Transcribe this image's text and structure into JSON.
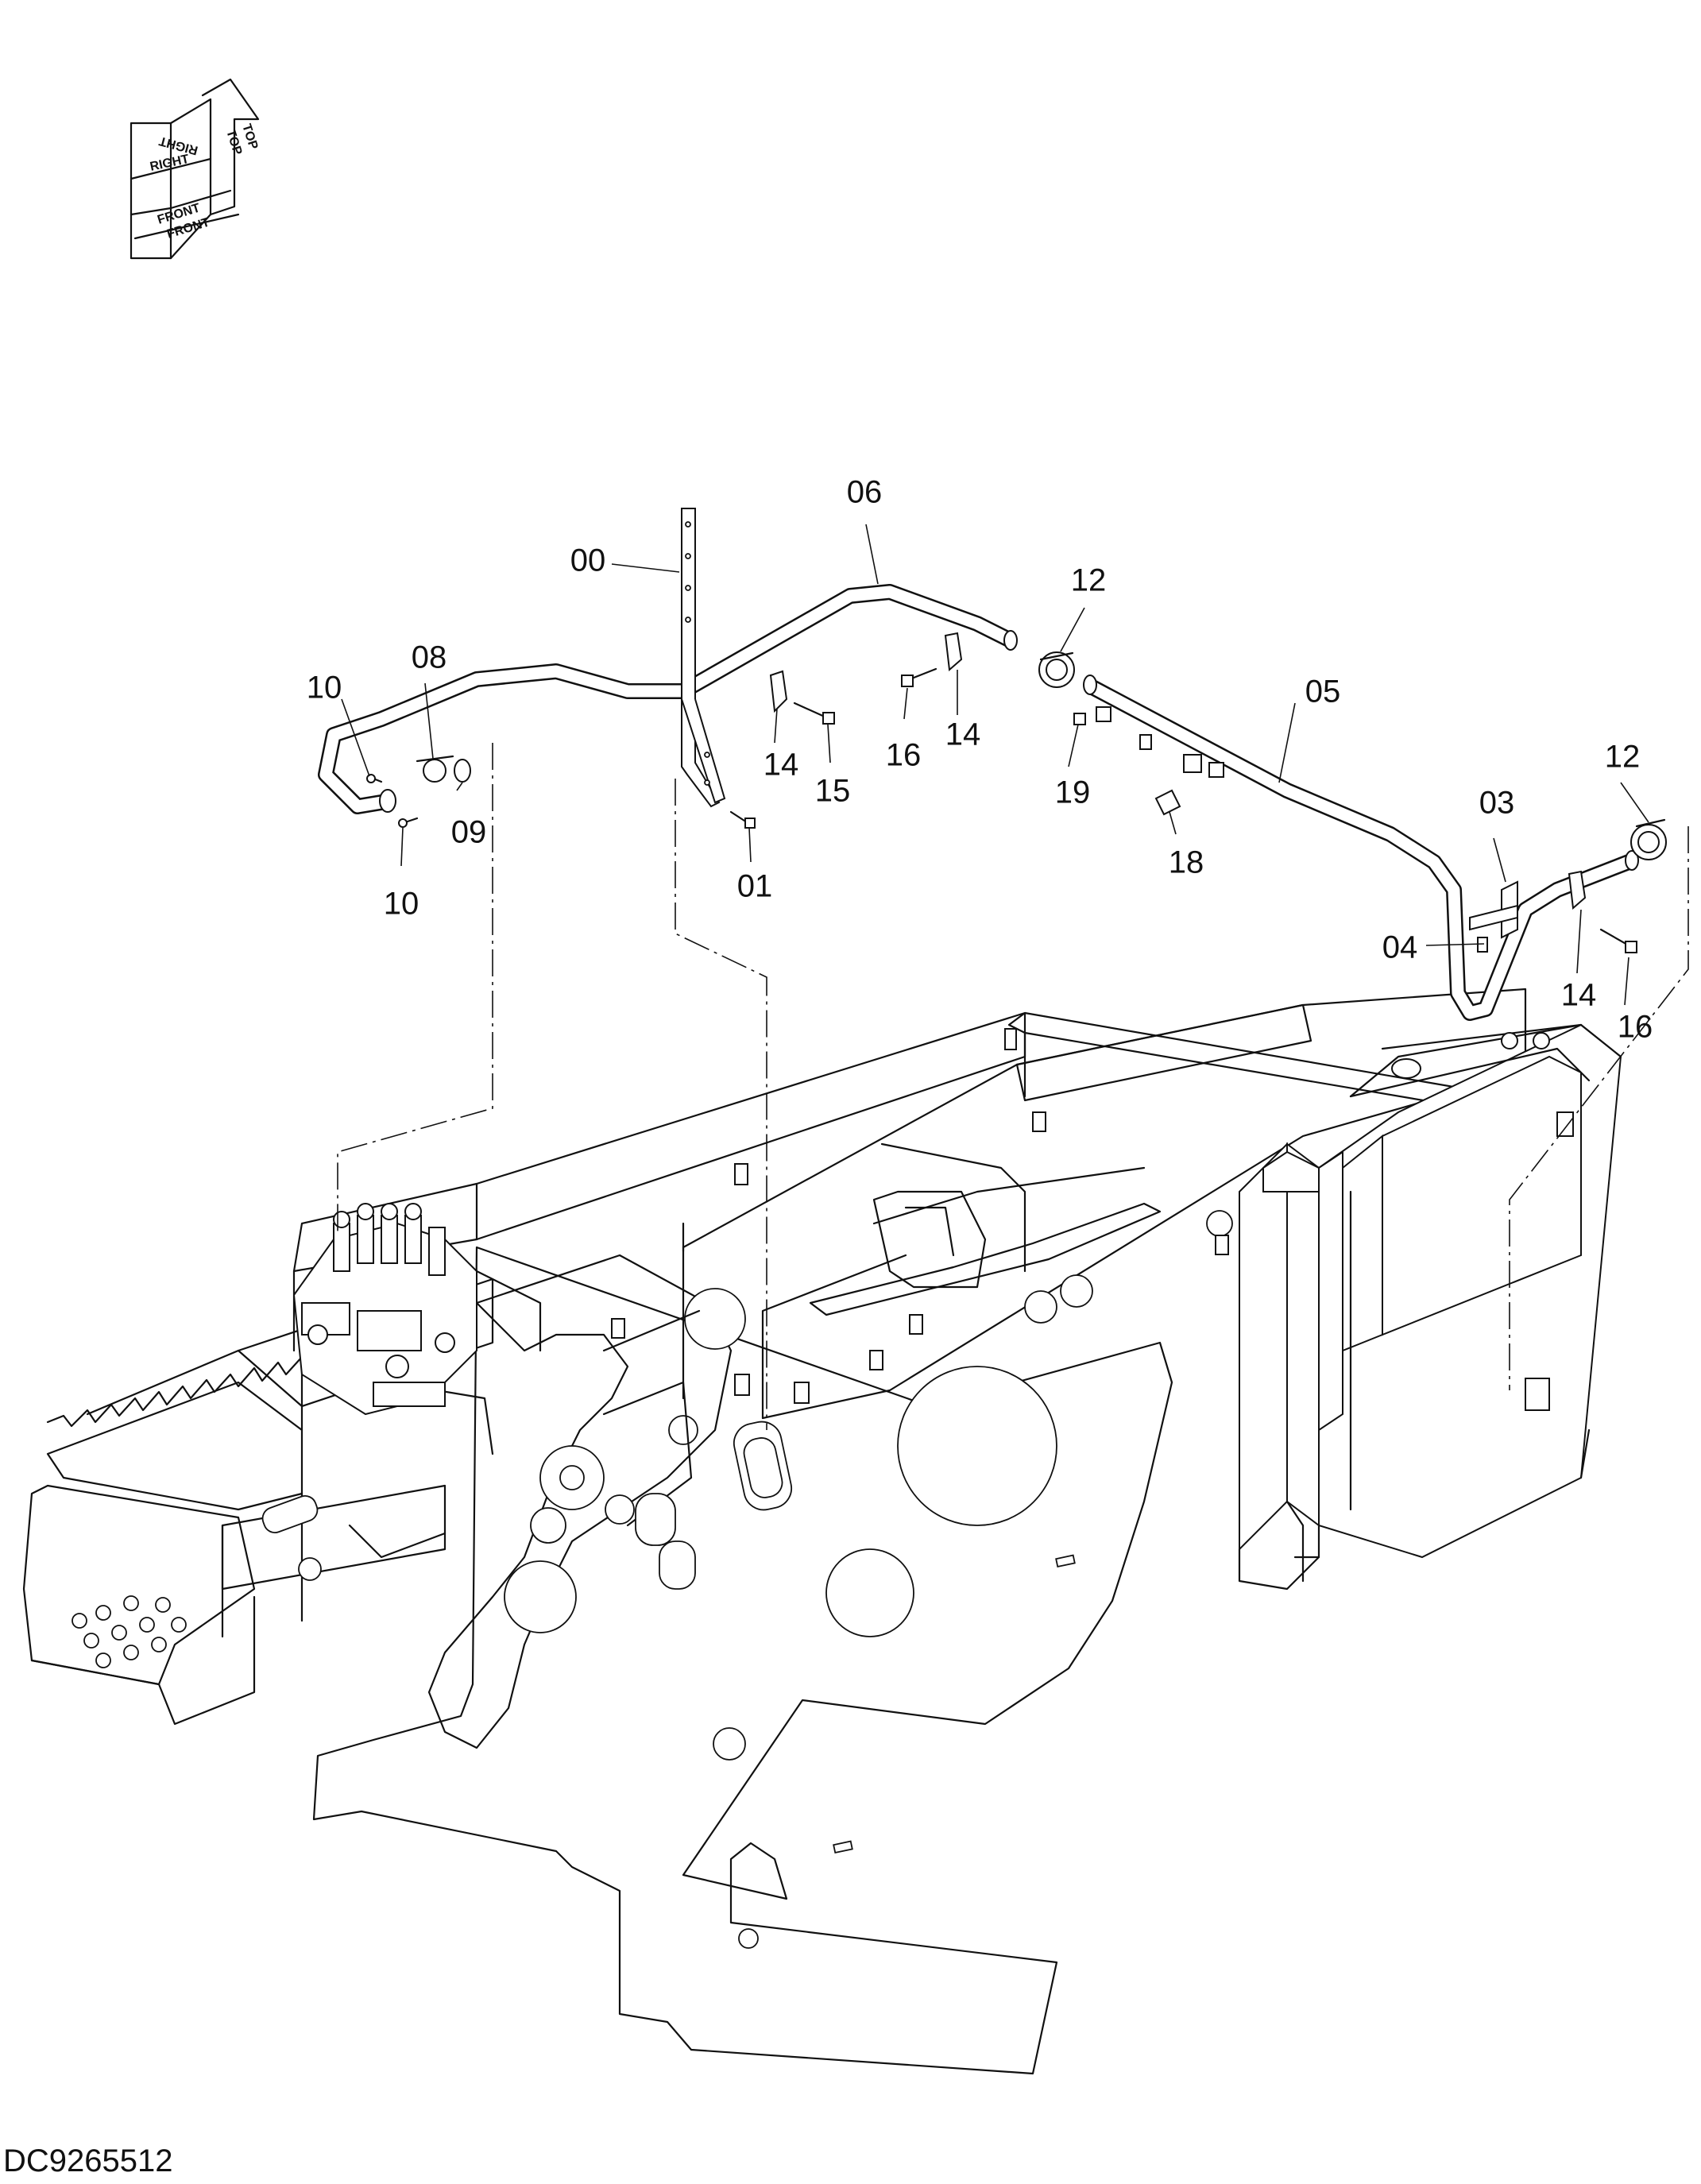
{
  "drawing_code": "DC9265512",
  "orientation": {
    "top": "TOP",
    "right": "RIGHT",
    "front": "FRONT"
  },
  "callouts": {
    "c00": "00",
    "c01": "01",
    "c03": "03",
    "c04": "04",
    "c05": "05",
    "c06": "06",
    "c08": "08",
    "c09": "09",
    "c10a": "10",
    "c10b": "10",
    "c12a": "12",
    "c12b": "12",
    "c14a": "14",
    "c14b": "14",
    "c14c": "14",
    "c15": "15",
    "c16a": "16",
    "c16b": "16",
    "c18": "18",
    "c19": "19"
  }
}
